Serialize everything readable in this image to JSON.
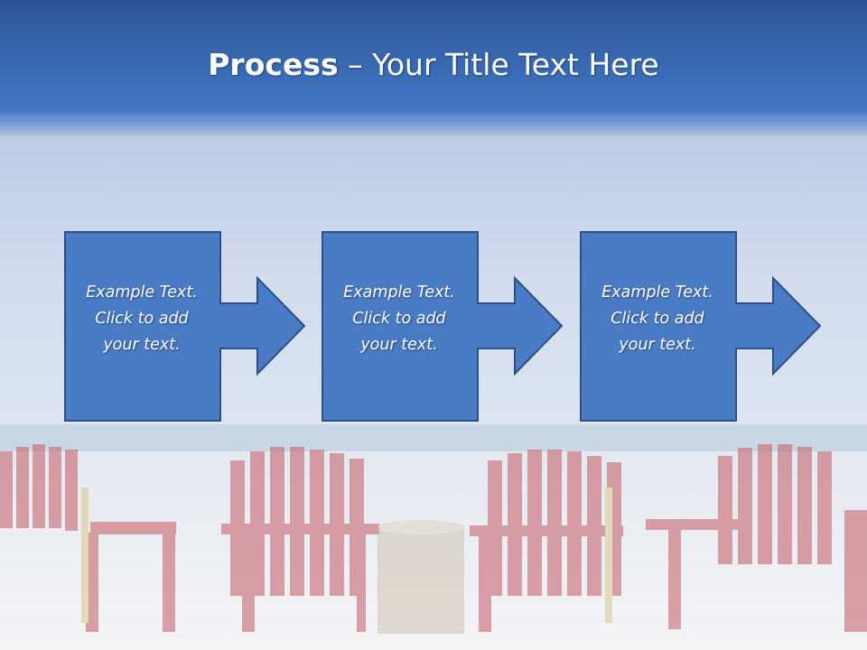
{
  "slide": {
    "title_bold": "Process",
    "title_rest": " – Your Title Text Here"
  },
  "process": {
    "steps": [
      {
        "line1": "Example Text.",
        "line2": "Click  to add",
        "line3": "your text."
      },
      {
        "line1": "Example Text.",
        "line2": "Click  to add",
        "line3": "your text."
      },
      {
        "line1": "Example Text.",
        "line2": "Click  to add",
        "line3": "your text."
      }
    ]
  },
  "colors": {
    "header_blue": "#3a6cb6",
    "box_fill": "#4a7cc6",
    "box_border": "#2c4f86",
    "chair_red": "#c8505a",
    "sand": "#eef0f2"
  },
  "background": {
    "scene": "beach-chairs-photo"
  }
}
